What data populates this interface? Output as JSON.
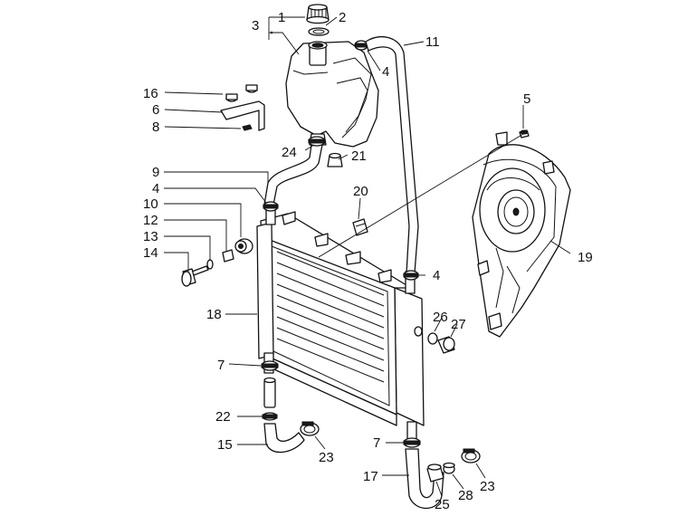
{
  "diagram": {
    "callouts": {
      "c1": "1",
      "c2": "2",
      "c3": "3",
      "c4a": "4",
      "c4b": "4",
      "c4c": "4",
      "c5": "5",
      "c6": "6",
      "c7a": "7",
      "c7b": "7",
      "c8": "8",
      "c9": "9",
      "c10": "10",
      "c11": "11",
      "c12": "12",
      "c13": "13",
      "c14": "14",
      "c15": "15",
      "c16": "16",
      "c17": "17",
      "c18": "18",
      "c19": "19",
      "c20": "20",
      "c21": "21",
      "c22": "22",
      "c23a": "23",
      "c23b": "23",
      "c24": "24",
      "c25": "25",
      "c26": "26",
      "c27": "27",
      "c28": "28"
    }
  }
}
